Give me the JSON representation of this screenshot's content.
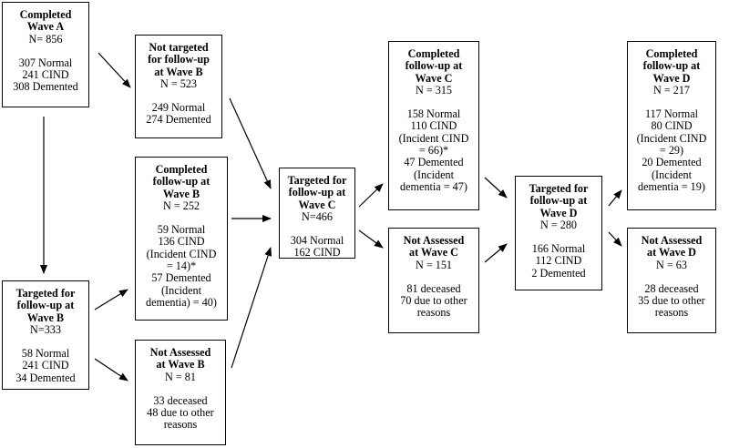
{
  "diagram": {
    "boxes": {
      "wave_a_completed": {
        "title": "Completed\nWave A",
        "lines": [
          "N= 856",
          "",
          "307 Normal",
          "241 CIND",
          "308 Demented"
        ]
      },
      "wave_b_not_targeted": {
        "title": "Not targeted\nfor follow-up\nat Wave B",
        "lines": [
          "N = 523",
          "",
          "249 Normal",
          "274 Demented"
        ]
      },
      "wave_b_completed": {
        "title": "Completed\nfollow-up at\nWave B",
        "lines": [
          "N = 252",
          "",
          "59 Normal",
          "136 CIND",
          "(Incident CIND",
          "= 14)*",
          "57 Demented",
          "(Incident",
          "dementia) = 40)"
        ]
      },
      "wave_b_targeted": {
        "title": "Targeted for\nfollow-up at\nWave B",
        "lines": [
          "N=333",
          "",
          "58 Normal",
          "241 CIND",
          "34 Demented"
        ]
      },
      "wave_b_not_assessed": {
        "title": "Not Assessed\nat Wave B",
        "lines": [
          "N = 81",
          "",
          "33 deceased",
          "48 due to other",
          "reasons"
        ]
      },
      "wave_c_targeted": {
        "title": "Targeted for\nfollow-up at\nWave C",
        "lines": [
          "N=466",
          "",
          "304 Normal",
          "162 CIND"
        ]
      },
      "wave_c_completed": {
        "title": "Completed\nfollow-up at\nWave C",
        "lines": [
          "N = 315",
          "",
          "158 Normal",
          "110 CIND",
          "(Incident CIND",
          "= 66)*",
          "47 Demented",
          "(Incident",
          "dementia = 47)"
        ]
      },
      "wave_c_not_assessed": {
        "title": "Not Assessed\nat Wave C",
        "lines": [
          "N = 151",
          "",
          "81 deceased",
          "70 due to other",
          "reasons"
        ]
      },
      "wave_d_targeted": {
        "title": "Targeted for\nfollow-up at\nWave D",
        "lines": [
          "N = 280",
          "",
          "166  Normal",
          "112 CIND",
          "2 Demented"
        ]
      },
      "wave_d_completed": {
        "title": "Completed\nfollow-up at\nWave D",
        "lines": [
          "N = 217",
          "",
          "117 Normal",
          "80 CIND",
          "(Incident CIND",
          "= 29)",
          "20 Demented",
          "(Incident",
          "dementia = 19)"
        ]
      },
      "wave_d_not_assessed": {
        "title": "Not Assessed\nat Wave D",
        "lines": [
          "N = 63",
          "",
          "28 deceased",
          "35 due to other",
          "reasons"
        ]
      }
    },
    "edges": [
      {
        "from": "wave_a_completed",
        "to": "wave_b_not_targeted"
      },
      {
        "from": "wave_a_completed",
        "to": "wave_b_targeted"
      },
      {
        "from": "wave_b_targeted",
        "to": "wave_b_completed"
      },
      {
        "from": "wave_b_targeted",
        "to": "wave_b_not_assessed"
      },
      {
        "from": "wave_b_not_targeted",
        "to": "wave_c_targeted"
      },
      {
        "from": "wave_b_completed",
        "to": "wave_c_targeted"
      },
      {
        "from": "wave_b_not_assessed",
        "to": "wave_c_targeted"
      },
      {
        "from": "wave_c_targeted",
        "to": "wave_c_completed"
      },
      {
        "from": "wave_c_targeted",
        "to": "wave_c_not_assessed"
      },
      {
        "from": "wave_c_completed",
        "to": "wave_d_targeted"
      },
      {
        "from": "wave_c_not_assessed",
        "to": "wave_d_targeted"
      },
      {
        "from": "wave_d_targeted",
        "to": "wave_d_completed"
      },
      {
        "from": "wave_d_targeted",
        "to": "wave_d_not_assessed"
      }
    ]
  }
}
